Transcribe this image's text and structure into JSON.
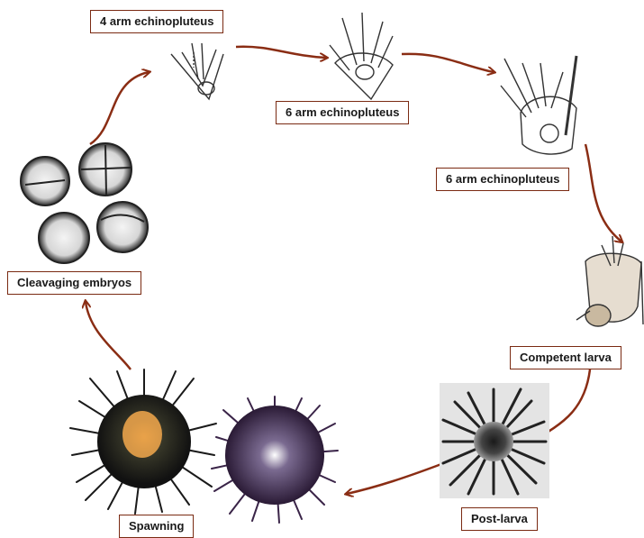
{
  "colors": {
    "arrow": "#8a2d14",
    "label_border": "#7a2a12"
  },
  "stages": {
    "four_arm": "4 arm echinopluteus",
    "six_arm_a": "6 arm echinopluteus",
    "six_arm_b": "6 arm echinopluteus",
    "competent": "Competent larva",
    "post_larva": "Post-larva",
    "spawning": "Spawning",
    "cleavaging": "Cleavaging embryos"
  },
  "icons": [
    "embryo-icon",
    "larva-sketch-icon",
    "urchin-icon",
    "post-larva-icon"
  ]
}
